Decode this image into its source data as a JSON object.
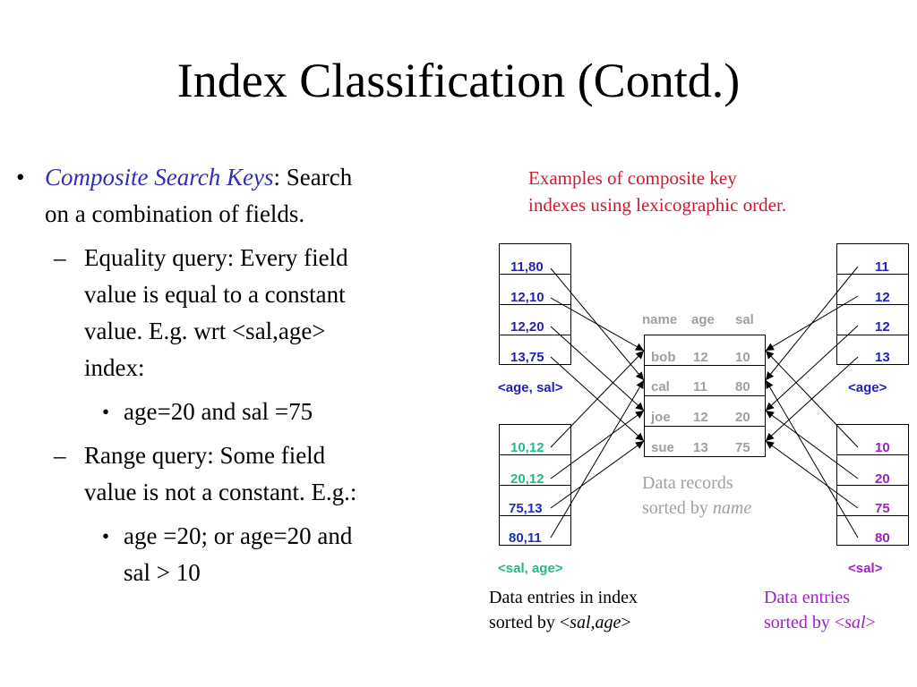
{
  "title": "Index Classification (Contd.)",
  "bullets": {
    "b1_marker": "•",
    "b1_keyword": "Composite Search Keys",
    "b1_colon": ":",
    "b1_line1_rest": " Search",
    "b1_line2": "on a combination of fields.",
    "dash": "–",
    "eq_line1": "Equality query: Every field",
    "eq_line2": "value is equal to a constant",
    "eq_line3": "value. E.g. wrt <sal,age>",
    "eq_line4": "index:",
    "small_marker": "•",
    "eq_sub": "age=20 and sal =75",
    "range_line1": "Range query: Some field",
    "range_line2": "value is not a constant. E.g.:",
    "range_sub_line1": "age =20; or age=20 and",
    "range_sub_line2": "sal > 10"
  },
  "diagram": {
    "caption_line1": "Examples of composite key",
    "caption_line2": "indexes using lexicographic order.",
    "index_age_sal": {
      "entries": [
        "11,80",
        "12,10",
        "12,20",
        "13,75"
      ],
      "label": "<age, sal>"
    },
    "index_sal_age": {
      "entries": [
        "10,12",
        "20,12",
        "75,13",
        "80,11"
      ],
      "label": "<sal, age>"
    },
    "index_age": {
      "entries": [
        "11",
        "12",
        "12",
        "13"
      ],
      "label": "<age>"
    },
    "index_sal": {
      "entries": [
        "10",
        "20",
        "75",
        "80"
      ],
      "label": "<sal>"
    },
    "records": {
      "headers": [
        "name",
        "age",
        "sal"
      ],
      "rows": [
        [
          "bob",
          "12",
          "10"
        ],
        [
          "cal",
          "11",
          "80"
        ],
        [
          "joe",
          "12",
          "20"
        ],
        [
          "sue",
          "13",
          "75"
        ]
      ],
      "caption_line1": "Data records",
      "caption_line2_prefix": "sorted by ",
      "caption_line2_key": "name"
    },
    "bottom_left_caption_line1": "Data entries in index",
    "bottom_left_caption_prefix": "sorted by <",
    "bottom_left_caption_key": "sal,age",
    "bottom_left_caption_suffix": ">",
    "bottom_right_caption_line1": "Data entries",
    "bottom_right_caption_prefix": "sorted by <",
    "bottom_right_caption_key": "sal",
    "bottom_right_caption_suffix": ">"
  },
  "colors": {
    "keyword_blue": "#2e2eb8",
    "caption_red": "#cc1a2e",
    "index_blue": "#2222bb",
    "index_green": "#22bb88",
    "purple": "#a020c8",
    "gray": "#a0a0a0"
  }
}
